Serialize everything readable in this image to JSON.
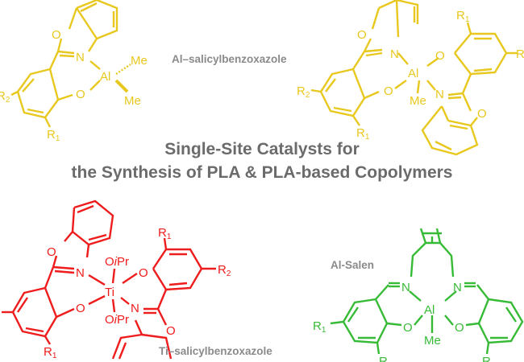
{
  "title": {
    "line1": "Single-Site Catalysts for",
    "line2": "the Synthesis of PLA & PLA-based Copolymers"
  },
  "labels": {
    "al_salicylbenzoxazole": "Al–salicylbenzoxazole",
    "al_salen": "Al-Salen",
    "ti_salicylbenzoxazole": "Ti–salicylbenzoxazole"
  },
  "atoms": {
    "O": "O",
    "N": "N",
    "Al": "Al",
    "Ti": "Ti",
    "Me": "Me",
    "R": "R",
    "R1_sub": "1",
    "R2_sub": "2",
    "Pr": "Pr",
    "i": "i"
  },
  "colors": {
    "al": "#e8c81e",
    "ti": "#ee1c1c",
    "salen": "#37bb37",
    "title": "#6b6b6b",
    "label": "#8a8a8a"
  }
}
